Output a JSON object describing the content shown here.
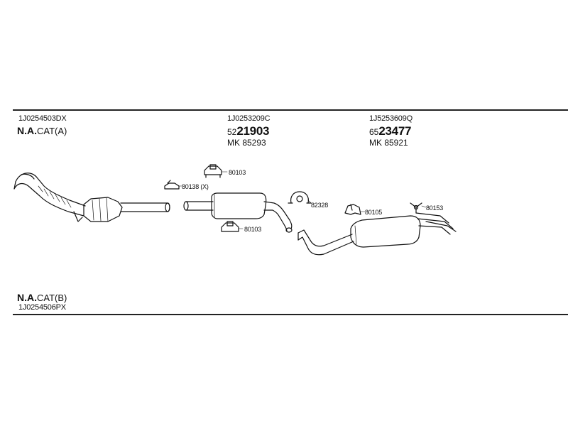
{
  "header": {
    "left_code": "1J0254503DX",
    "left_na_bold": "N.A.",
    "left_na_rest": "CAT(A)",
    "mid_code": "1J0253209C",
    "mid_num_prefix": "52",
    "mid_num_big": "21903",
    "mid_mk": "MK 85293",
    "right_code": "1J5253609Q",
    "right_num_prefix": "65",
    "right_num_big": "23477",
    "right_mk": "MK 85921"
  },
  "footer": {
    "na_bold": "N.A.",
    "na_rest": "CAT(B)",
    "code": "1J0254506PX"
  },
  "parts": {
    "p80103_top": "80103",
    "p80138": "80138 (X)",
    "p80103_bot": "80103",
    "p82328": "82328",
    "p80105": "80105",
    "p80153": "80153"
  }
}
